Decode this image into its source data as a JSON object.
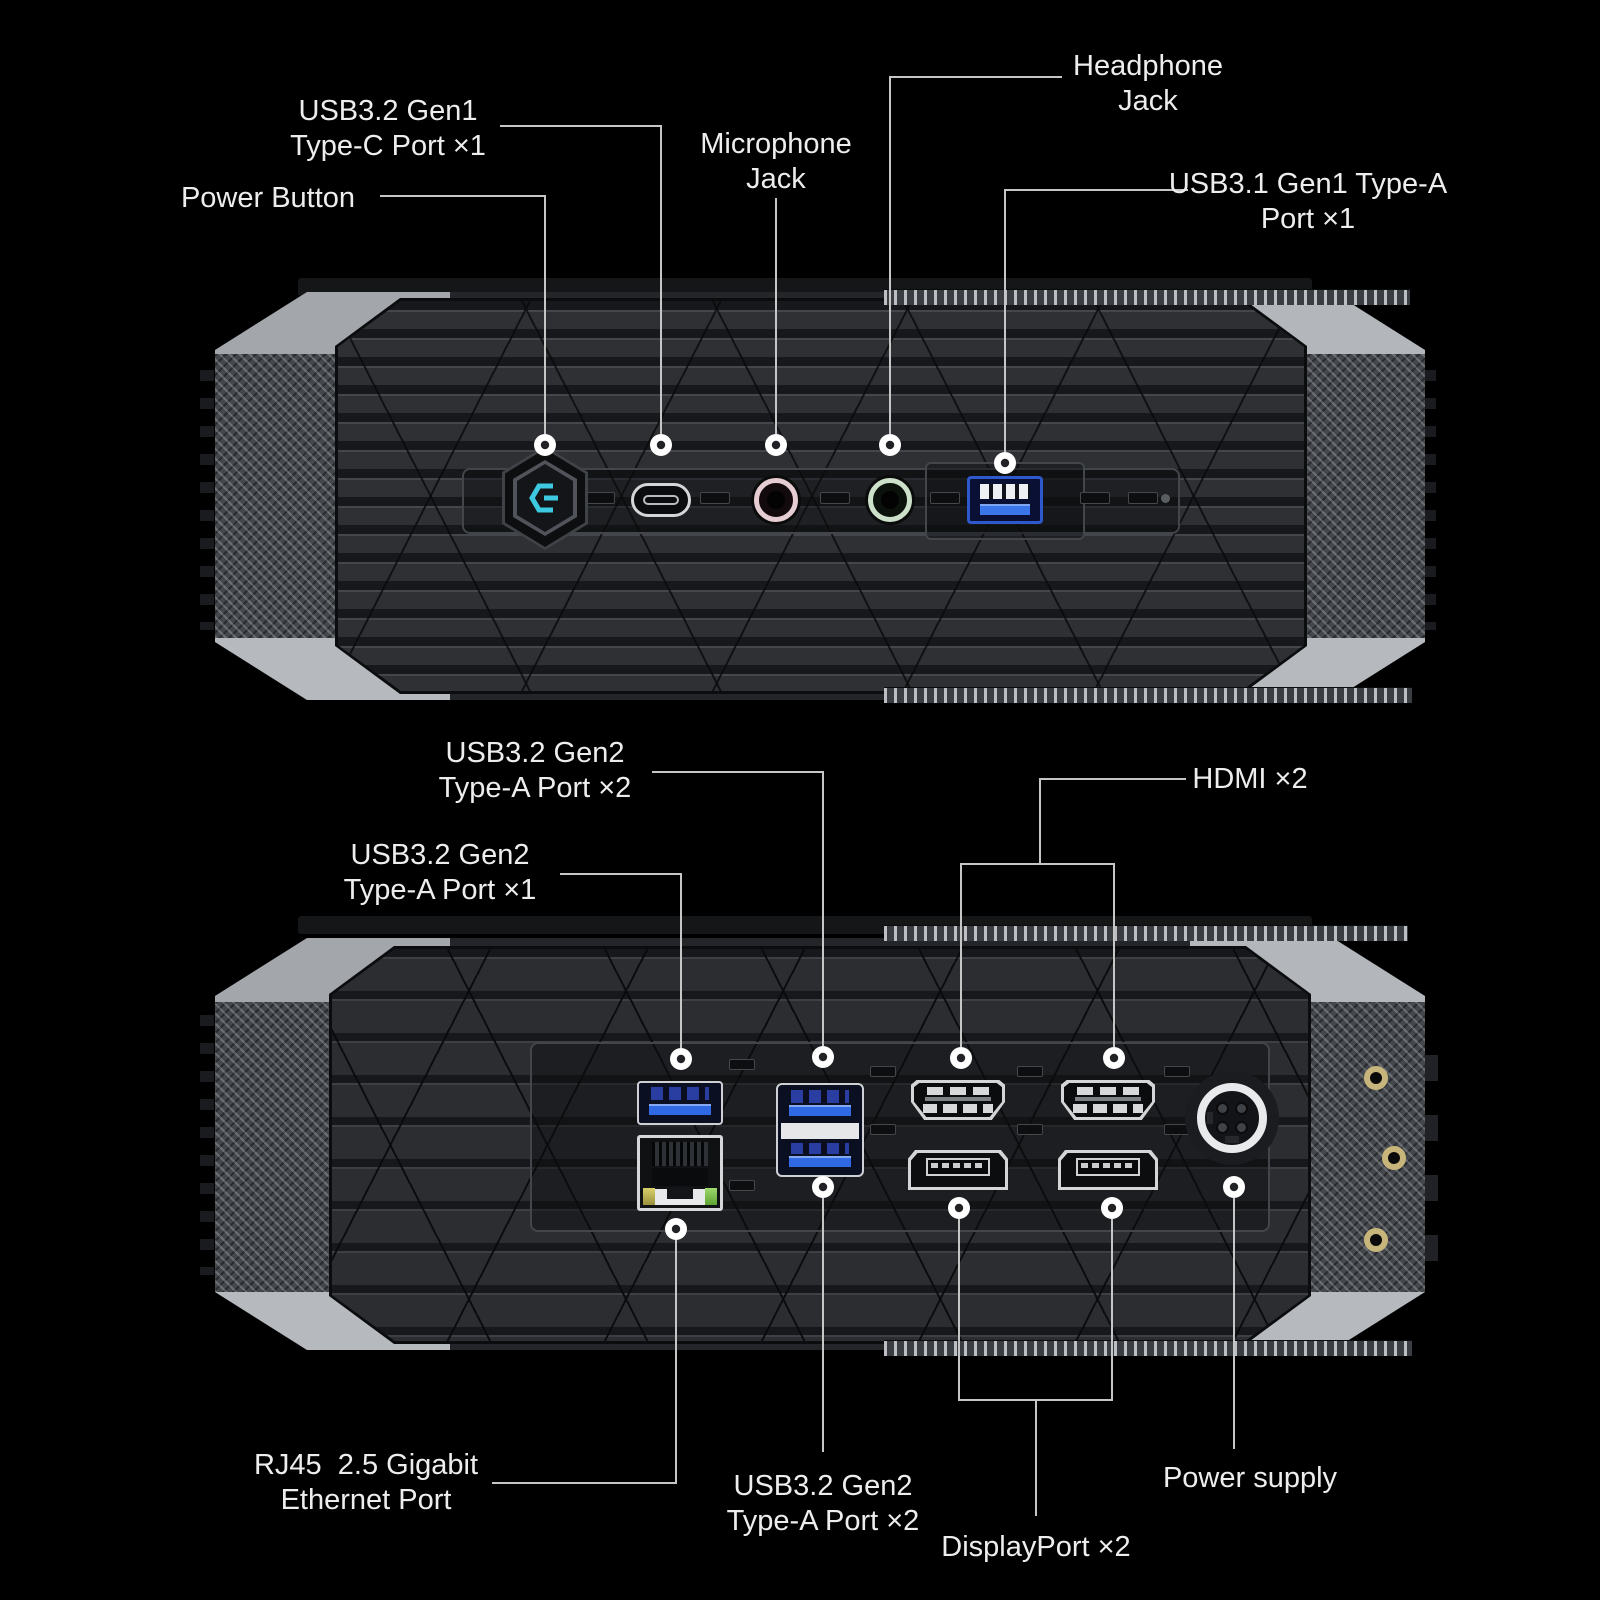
{
  "front": {
    "labels": {
      "usb_c": "USB3.2 Gen1\nType-C Port ×1",
      "power_button": "Power Button",
      "microphone": "Microphone\nJack",
      "headphone": "Headphone\nJack",
      "usb_a": "USB3.1 Gen1 Type-A\nPort ×1"
    },
    "ports": [
      "power-button",
      "usb-c-port",
      "microphone-jack",
      "headphone-jack",
      "usb-a-port"
    ]
  },
  "rear": {
    "labels": {
      "usb2_top": "USB3.2 Gen2\nType-A Port ×2",
      "usb2_single": "USB3.2 Gen2\nType-A Port ×1",
      "hdmi": "HDMI ×2",
      "rj45": "RJ45  2.5 Gigabit\nEthernet Port",
      "usb2_bottom": "USB3.2 Gen2\nType-A Port ×2",
      "displayport": "DisplayPort ×2",
      "power_supply": "Power supply"
    },
    "ports": [
      "usb-a-port",
      "rj45-ethernet-port",
      "usb-a-dual-port",
      "hdmi-port-1",
      "hdmi-port-2",
      "displayport-1",
      "displayport-2",
      "power-supply-connector",
      "antenna-jack-1",
      "antenna-jack-2",
      "antenna-jack-3"
    ]
  },
  "colors": {
    "background": "#000000",
    "label_text": "#ededee",
    "callout_line": "#c6c6c6",
    "power_accent": "#3dc9df",
    "usb_blue": "#2f6ae4",
    "mic_ring": "#e6cdd3",
    "headphone_ring": "#cde0c9",
    "ethernet_led_left": "#d8cf6a",
    "ethernet_led_right": "#9ed96e",
    "antenna_gold": "#c8b57b",
    "body_dark": "#232529",
    "chamfer_gray": "#b3b6ba"
  }
}
